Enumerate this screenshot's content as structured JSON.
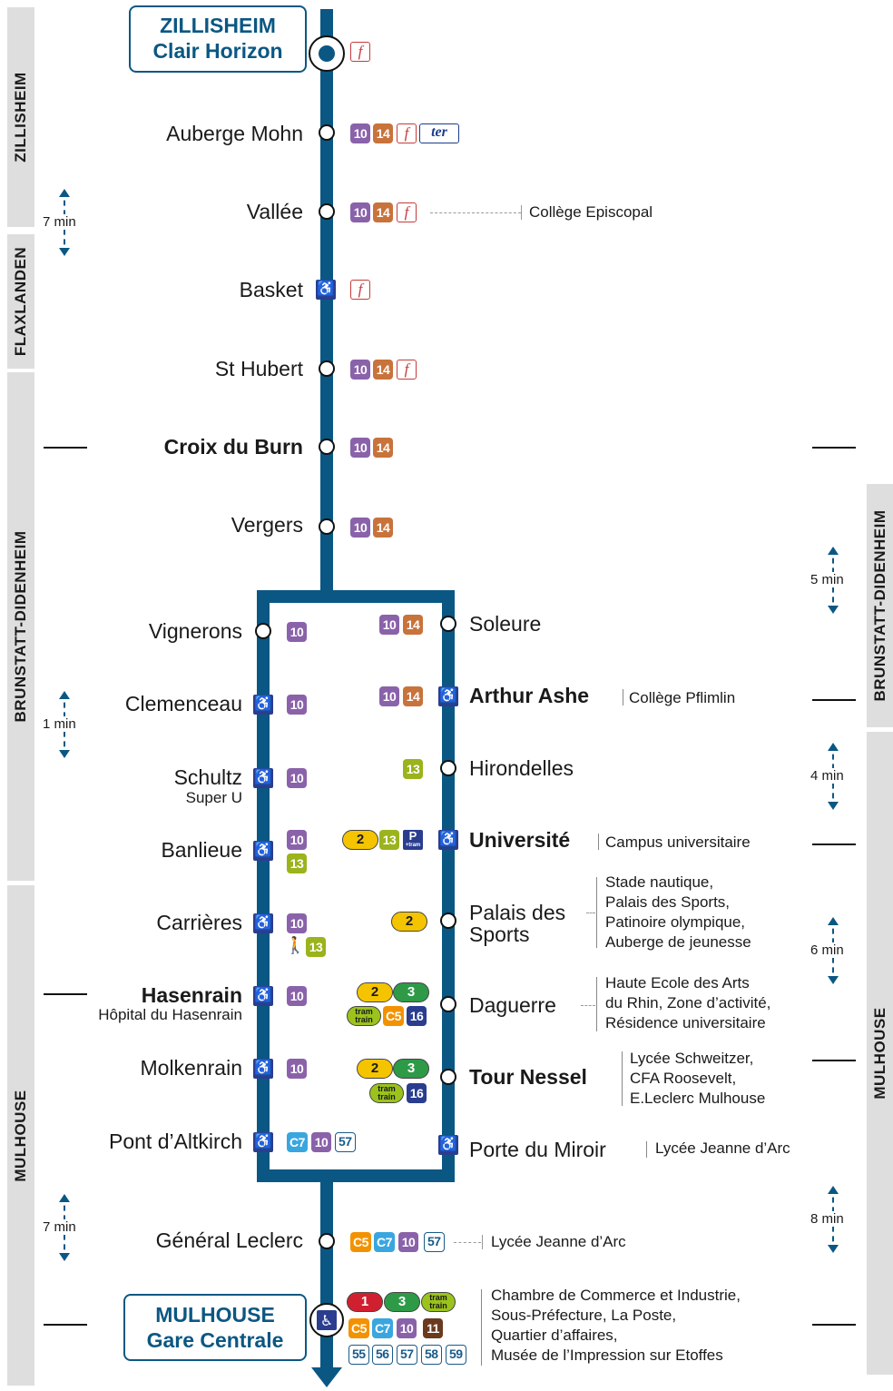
{
  "zones_left": [
    "ZILLISHEIM",
    "FLAXLANDEN",
    "BRUNSTATT-DIDENHEIM",
    "MULHOUSE"
  ],
  "zones_right": [
    "BRUNSTATT-DIDENHEIM",
    "MULHOUSE"
  ],
  "durations": [
    "7 min",
    "1 min",
    "7 min",
    "5 min",
    "4 min",
    "6 min",
    "8 min"
  ],
  "terminus_start": {
    "line1": "ZILLISHEIM",
    "line2": "Clair Horizon"
  },
  "terminus_end": {
    "line1": "MULHOUSE",
    "line2": "Gare Centrale"
  },
  "stops": {
    "auberge_mohn": "Auberge Mohn",
    "vallee": "Vallée",
    "basket": "Basket",
    "st_hubert": "St Hubert",
    "croix_du_burn": "Croix du Burn",
    "vergers": "Vergers",
    "vignerons": "Vignerons",
    "clemenceau": "Clemenceau",
    "schultz": "Schultz",
    "schultz_sub": "Super U",
    "banlieue": "Banlieue",
    "carrieres": "Carrières",
    "hasenrain": "Hasenrain",
    "hasenrain_sub": "Hôpital du Hasenrain",
    "molkenrain": "Molkenrain",
    "pont_altkirch": "Pont d’Altkirch",
    "soleure": "Soleure",
    "arthur_ashe": "Arthur Ashe",
    "hirondelles": "Hirondelles",
    "universite": "Université",
    "palais_l1": "Palais des",
    "palais_l2": "Sports",
    "daguerre": "Daguerre",
    "tour_nessel": "Tour Nessel",
    "porte_miroir": "Porte du Miroir",
    "general_leclerc": "Général Leclerc"
  },
  "connections": {
    "college_episcopal": "Collège Episcopal",
    "college_pflimlin": "Collège Pflimlin",
    "campus": "Campus universitaire",
    "palais": [
      "Stade nautique,",
      "Palais des Sports,",
      "Patinoire olympique,",
      "Auberge de jeunesse"
    ],
    "daguerre": [
      "Haute Ecole des Arts",
      "du Rhin, Zone d’activité,",
      "Résidence universitaire"
    ],
    "tour_nessel": [
      "Lycée Schweitzer,",
      "CFA Roosevelt,",
      "E.Leclerc Mulhouse"
    ],
    "porte_miroir": "Lycée Jeanne d’Arc",
    "general_leclerc": "Lycée Jeanne d’Arc",
    "gare": [
      "Chambre de Commerce et Industrie,",
      "Sous-Préfecture, La Poste,",
      "Quartier d’affaires,",
      "Musée de l’Impression sur Etoffes"
    ]
  },
  "lines": {
    "l10": "10",
    "l14": "14",
    "l13": "13",
    "l2": "2",
    "l3": "3",
    "l1": "1",
    "c5": "C5",
    "c7": "C7",
    "l16": "16",
    "l11": "11",
    "l55": "55",
    "l56": "56",
    "l57": "57",
    "l58": "58",
    "l59": "59",
    "flexo": "f",
    "ter": "ter",
    "tramtrain_1": "tram",
    "tramtrain_2": "train",
    "pr": "P",
    "pr_sub": "+tram"
  },
  "colors": {
    "line": "#0b5783",
    "l10": "#8a62aa",
    "l14": "#c8733c",
    "l13": "#9bb31c",
    "tram2": "#f5c400",
    "tram3": "#2e9a47",
    "tram1": "#d0202f"
  }
}
